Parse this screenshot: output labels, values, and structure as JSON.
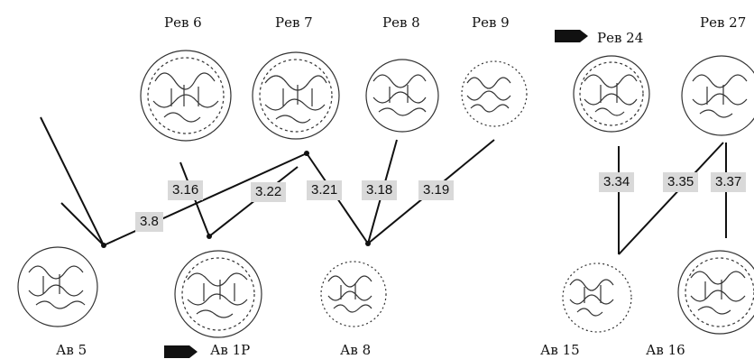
{
  "reverse_labels": {
    "rev6": "Рев 6",
    "rev7": "Рев 7",
    "rev8": "Рев 8",
    "rev9": "Рев 9",
    "rev24": "Рев 24",
    "rev27": "Рев 27"
  },
  "obverse_labels": {
    "av5": "Ав 5",
    "av1p": "Ав 1Р",
    "av8": "Ав 8",
    "av15": "Ав 15",
    "av16": "Ав 16"
  },
  "link_labels": {
    "l316": "3.16",
    "l38": "3.8",
    "l322": "3.22",
    "l321": "3.21",
    "l318": "3.18",
    "l319": "3.19",
    "l334": "3.34",
    "l335": "3.35",
    "l337": "3.37"
  },
  "colors": {
    "line": "#111111",
    "badge": "#d9d9d9",
    "coin_ink": "#333333"
  },
  "icons": {
    "marker": "black-pointer-arrow-icon"
  }
}
